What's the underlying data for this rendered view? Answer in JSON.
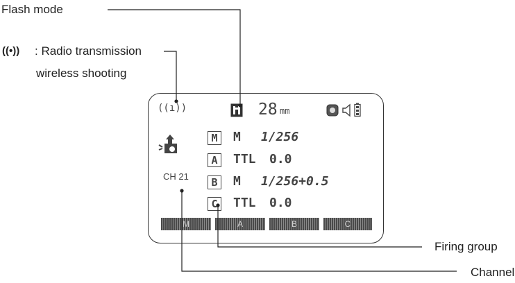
{
  "callouts": {
    "flash_mode": "Flash mode",
    "radio_symbol": "((•))",
    "radio_line1": ": Radio transmission",
    "radio_line2": "wireless shooting",
    "firing_group": "Firing group",
    "channel": "Channel"
  },
  "lcd": {
    "radio_icon": "((ı))",
    "zoom_value": "28",
    "zoom_unit": "mm",
    "channel": "CH 21",
    "rows": [
      {
        "group": "M",
        "mode": "M",
        "value": "1/256"
      },
      {
        "group": "A",
        "mode": "TTL",
        "value": "0.0"
      },
      {
        "group": "B",
        "mode": "M",
        "value": "1/256+0.5"
      },
      {
        "group": "C",
        "mode": "TTL",
        "value": "0.0"
      }
    ],
    "softkeys": [
      "M",
      "A",
      "B",
      "C"
    ]
  },
  "icons": [
    "radio-icon",
    "flash-mode-icon",
    "zoom-auto-icon",
    "speaker-icon",
    "battery-icon",
    "master-flash-icon"
  ]
}
